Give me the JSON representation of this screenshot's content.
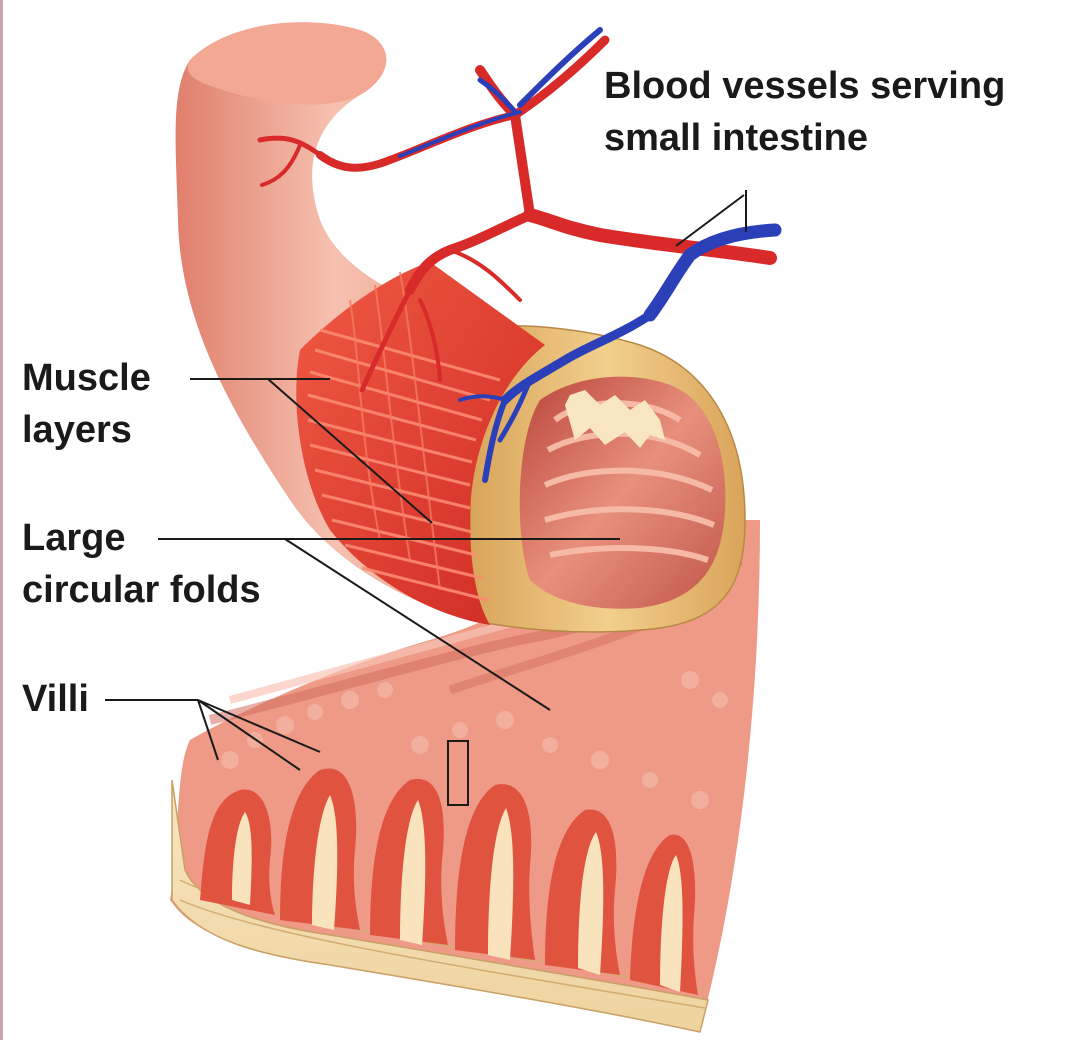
{
  "labels": {
    "blood_vessels": [
      "Blood vessels serving",
      "small intestine"
    ],
    "muscle_layers": [
      "Muscle",
      "layers"
    ],
    "circular_folds": [
      "Large",
      "circular folds"
    ],
    "villi": [
      "Villi"
    ]
  },
  "colors": {
    "tissue_light": "#f3b8a6",
    "tissue_mid": "#e8836f",
    "muscle": "#e23a2c",
    "serosa": "#e9c27a",
    "cut_face": "#f7e3b8",
    "artery": "#d92a2a",
    "vein": "#2a3fb8",
    "label_text": "#1a1a1a",
    "leader_line": "#1a1a1a"
  }
}
